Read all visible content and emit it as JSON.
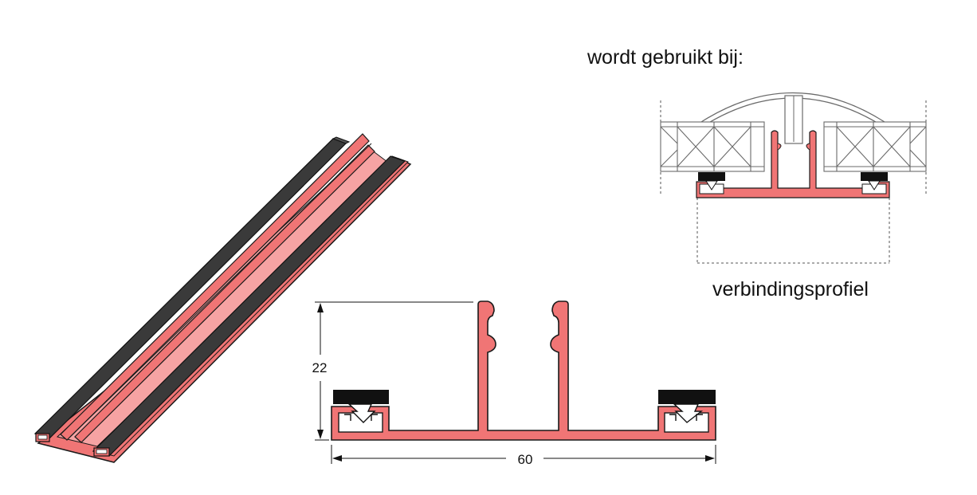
{
  "heading": "wordt gebruikt bij:",
  "usage_caption": "verbindingsprofiel",
  "dimensions": {
    "height_value": "22",
    "width_value": "60"
  },
  "colors": {
    "profile_fill": "#f07575",
    "profile_light": "#f6a3a3",
    "profile_stroke": "#1a1a1a",
    "gasket": "#3a3a3a",
    "gasket_top": "#555555",
    "panel_stroke": "#6a6a6a",
    "background": "#ffffff"
  }
}
